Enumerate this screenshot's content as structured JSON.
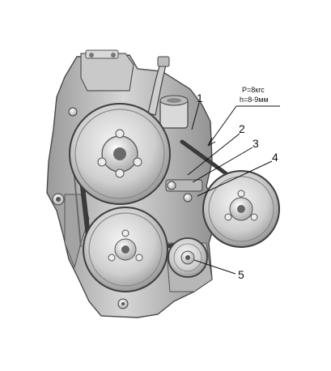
{
  "diagram": {
    "spec_force": "P=8кгс",
    "spec_deflection": "h=8-9мм",
    "callouts": [
      "1",
      "2",
      "3",
      "4",
      "5"
    ]
  },
  "colors": {
    "metal_light": "#e2e2e2",
    "metal_mid": "#bdbdbd",
    "metal_dark": "#8a8a8a",
    "shadow": "#5e5e5e",
    "belt": "#3a3a3a",
    "leader": "#111111"
  }
}
